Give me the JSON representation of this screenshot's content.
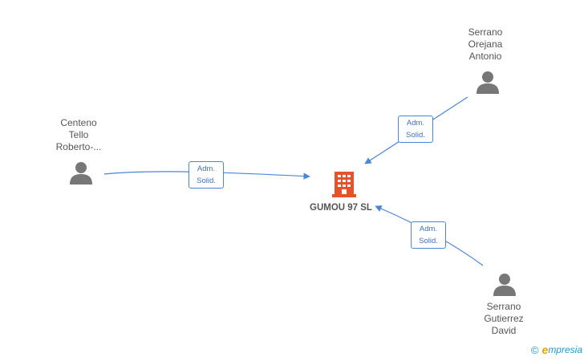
{
  "company": {
    "name": "GUMOU 97 SL",
    "icon": "building-icon",
    "color": "#e8522a"
  },
  "people": [
    {
      "id": "centeno",
      "name_lines": [
        "Centeno",
        "Tello",
        "Roberto-..."
      ],
      "icon": "person-icon"
    },
    {
      "id": "serrano-orejana",
      "name_lines": [
        "Serrano",
        "Orejana",
        "Antonio"
      ],
      "icon": "person-icon"
    },
    {
      "id": "serrano-gutierrez",
      "name_lines": [
        "Serrano",
        "Gutierrez",
        "David"
      ],
      "icon": "person-icon"
    }
  ],
  "edges": [
    {
      "from": "centeno",
      "label_lines": [
        "Adm.",
        "Solid."
      ]
    },
    {
      "from": "serrano-orejana",
      "label_lines": [
        "Adm.",
        "Solid."
      ]
    },
    {
      "from": "serrano-gutierrez",
      "label_lines": [
        "Adm.",
        "Solid."
      ]
    }
  ],
  "footer": {
    "copyright": "©",
    "brand_initial": "e",
    "brand_rest": "mpresia"
  },
  "colors": {
    "edge": "#4a86d8",
    "person": "#777777",
    "text": "#555555"
  }
}
